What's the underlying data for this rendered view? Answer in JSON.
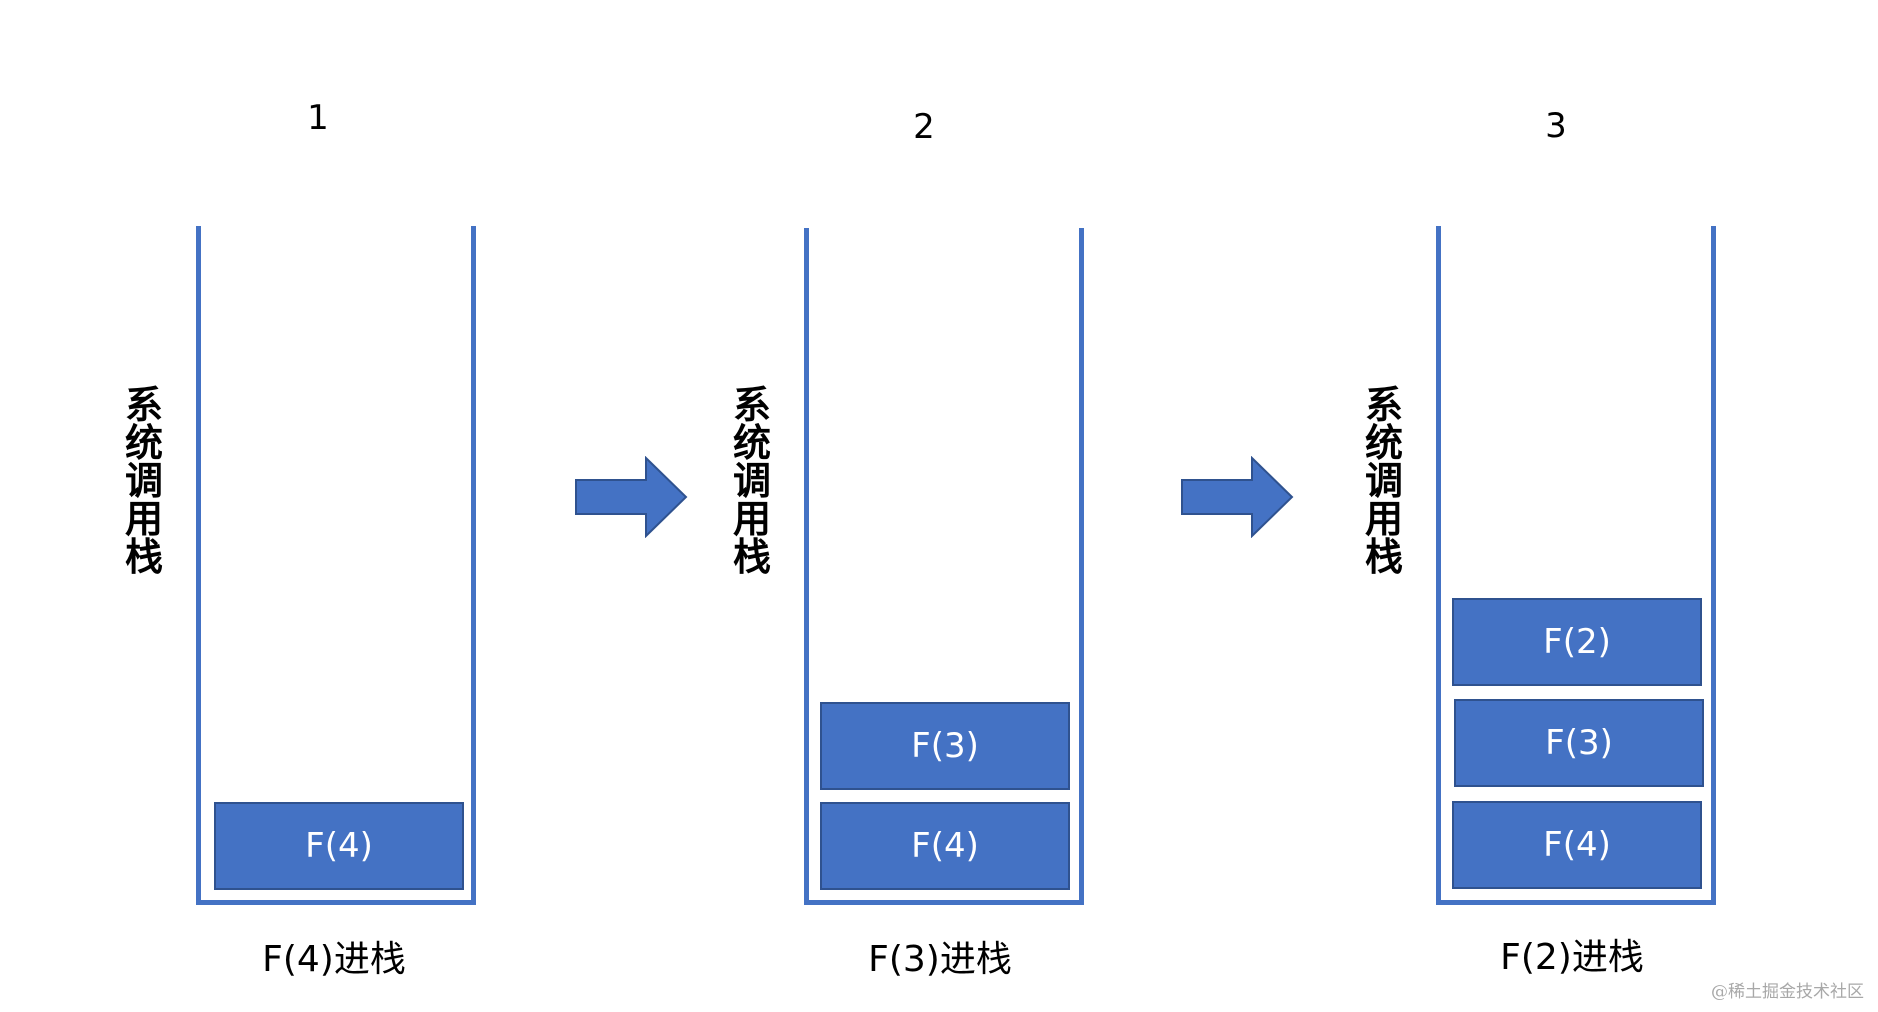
{
  "steps": [
    {
      "number": "1",
      "stack_label": "系统调用栈",
      "frames": [
        "F(4)"
      ],
      "caption": "F(4)进栈"
    },
    {
      "number": "2",
      "stack_label": "系统调用栈",
      "frames": [
        "F(3)",
        "F(4)"
      ],
      "caption": "F(3)进栈"
    },
    {
      "number": "3",
      "stack_label": "系统调用栈",
      "frames": [
        "F(2)",
        "F(3)",
        "F(4)"
      ],
      "caption": "F(2)进栈"
    }
  ],
  "colors": {
    "stack_outline": "#4472C4",
    "frame_fill": "#4472C4",
    "frame_border": "#2F528F",
    "frame_text": "#FFFFFF",
    "arrow_fill": "#4472C4"
  },
  "icons": [
    "right-arrow-icon",
    "right-arrow-icon"
  ],
  "watermark": "@稀土掘金技术社区"
}
